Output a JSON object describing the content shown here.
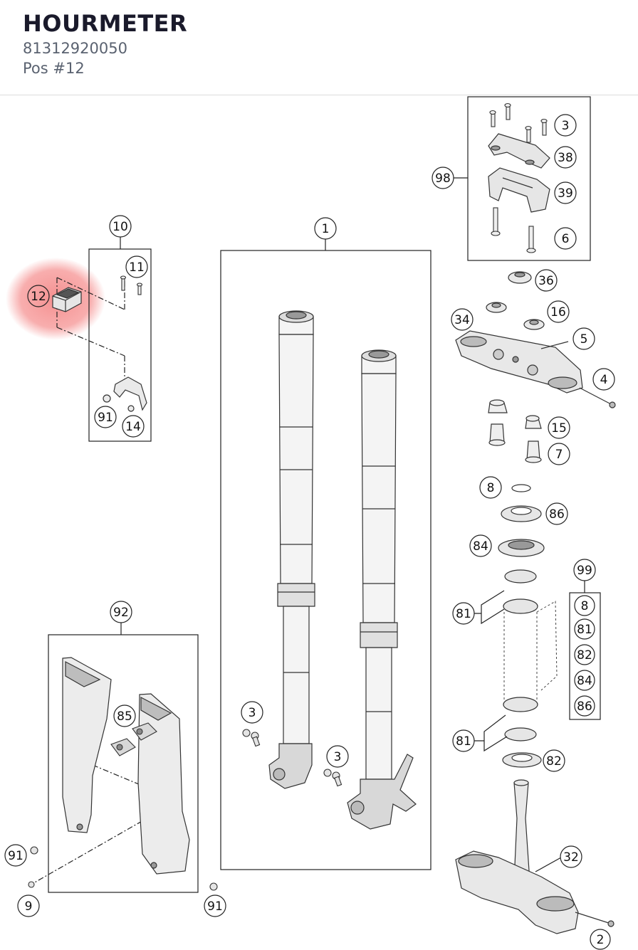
{
  "header": {
    "title": "HOURMETER",
    "part_number": "81312920050",
    "position": "Pos #12"
  },
  "colors": {
    "highlight": "#f26b6b",
    "line": "#222222",
    "part_stroke": "#333333",
    "part_fill": "#e9e9e9"
  },
  "callouts": {
    "c12": "12",
    "c10": "10",
    "c11": "11",
    "c91a": "91",
    "c14": "14",
    "c1": "1",
    "c92": "92",
    "c85": "85",
    "c91b": "91",
    "c9": "9",
    "c91c": "91",
    "c3a": "3",
    "c3b": "3",
    "c98": "98",
    "c3c": "3",
    "c38": "38",
    "c39": "39",
    "c6": "6",
    "c36": "36",
    "c16": "16",
    "c34": "34",
    "c5": "5",
    "c4": "4",
    "c15": "15",
    "c7": "7",
    "c8a": "8",
    "c86a": "86",
    "c84a": "84",
    "c99": "99",
    "c8b": "8",
    "c81a": "81",
    "c82a": "82",
    "c84b": "84",
    "c86b": "86",
    "c81b": "81",
    "c81c": "81",
    "c82b": "82",
    "c32": "32",
    "c2": "2"
  }
}
